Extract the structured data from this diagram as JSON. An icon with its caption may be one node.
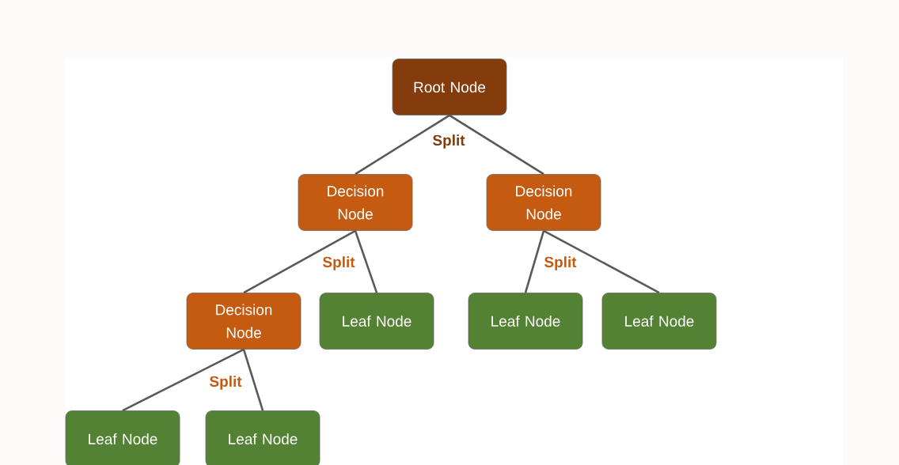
{
  "diagram": {
    "nodes": [
      {
        "text": [
          "Root Node"
        ]
      },
      {
        "text": [
          "Decision Node"
        ]
      },
      {
        "text": [
          "Decision Node"
        ]
      },
      {
        "text": [
          "Decision Node"
        ]
      },
      {
        "text": [
          "Leaf Node"
        ]
      },
      {
        "text": [
          "Leaf Node"
        ]
      },
      {
        "text": [
          "Leaf Node"
        ]
      },
      {
        "text": [
          "Leaf Node"
        ]
      },
      {
        "text": [
          "Leaf Node"
        ]
      }
    ],
    "edges": [
      {
        "from": 0,
        "to": 1,
        "arrow": "none"
      },
      {
        "from": 0,
        "to": 2,
        "arrow": "none"
      },
      {
        "from": 1,
        "to": 3,
        "arrow": "none"
      },
      {
        "from": 1,
        "to": 4,
        "arrow": "none"
      },
      {
        "from": 2,
        "to": 5,
        "arrow": "none"
      },
      {
        "from": 2,
        "to": 6,
        "arrow": "none"
      },
      {
        "from": 3,
        "to": 7,
        "arrow": "none"
      },
      {
        "from": 3,
        "to": 8,
        "arrow": "none"
      }
    ],
    "labels": [
      "Split",
      "Split",
      "Split",
      "Split"
    ]
  }
}
